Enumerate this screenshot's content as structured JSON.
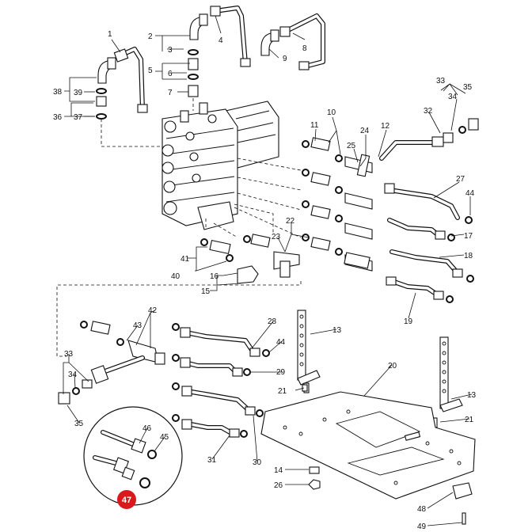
{
  "diagram": {
    "labels": {
      "l1": "1",
      "l2": "2",
      "l3": "3",
      "l4": "4",
      "l5": "5",
      "l6": "6",
      "l7": "7",
      "l8": "8",
      "l9": "9",
      "l10": "10",
      "l11": "11",
      "l12": "12",
      "l13a": "13",
      "l13b": "13",
      "l14": "14",
      "l15": "15",
      "l16": "16",
      "l17": "17",
      "l18": "18",
      "l19": "19",
      "l20": "20",
      "l21a": "21",
      "l21b": "21",
      "l22": "22",
      "l23": "23",
      "l24": "24",
      "l25": "25",
      "l26": "26",
      "l27": "27",
      "l28": "28",
      "l29": "29",
      "l30": "30",
      "l31": "31",
      "l32": "32",
      "l33a": "33",
      "l33b": "33",
      "l34a": "34",
      "l34b": "34",
      "l35a": "35",
      "l35b": "35",
      "l36": "36",
      "l37": "37",
      "l38": "38",
      "l39": "39",
      "l40": "40",
      "l41": "41",
      "l42": "42",
      "l43": "43",
      "l44a": "44",
      "l44b": "44",
      "l45": "45",
      "l46": "46",
      "l47": "47",
      "l48": "48",
      "l49": "49"
    },
    "highlight_color": "#d9191c"
  }
}
